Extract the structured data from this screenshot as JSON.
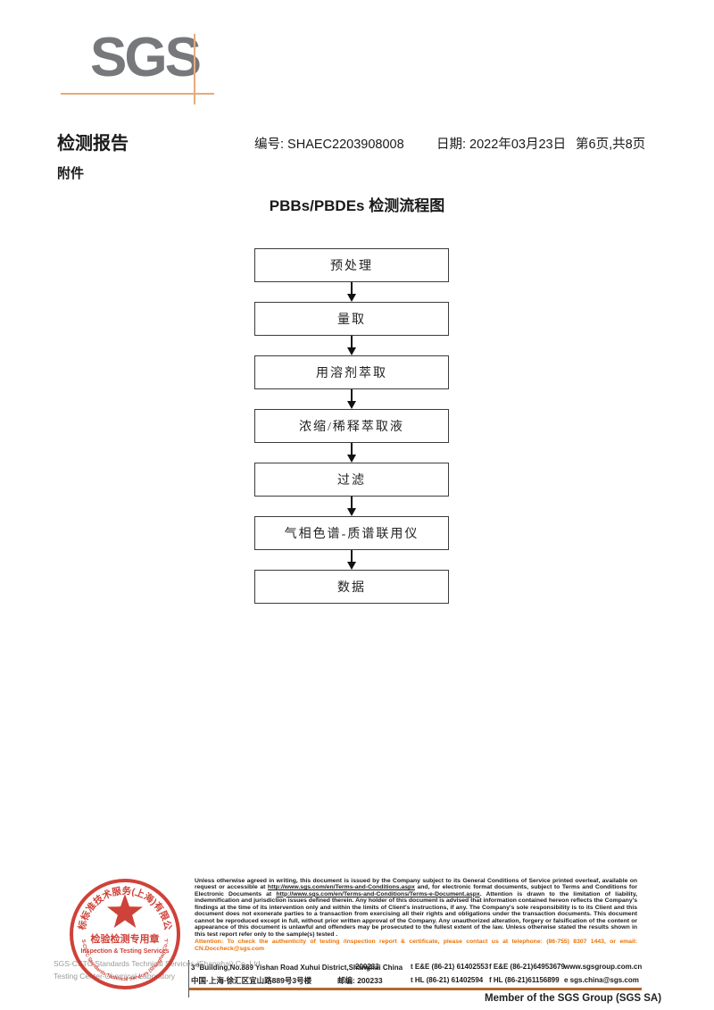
{
  "logo": {
    "text": "SGS"
  },
  "header": {
    "title": "检测报告",
    "report_no": "编号: SHAEC2203908008",
    "date": "日期: 2022年03月23日",
    "page_info": "第6页,共8页",
    "attachment": "附件"
  },
  "flowchart": {
    "title": "PBBs/PBDEs 检测流程图",
    "steps": [
      {
        "label": "预处理"
      },
      {
        "label": "量取"
      },
      {
        "label": "用溶剂萃取"
      },
      {
        "label": "浓缩/稀释萃取液"
      },
      {
        "label": "过滤"
      },
      {
        "label": "气相色谱-质谱联用仪"
      },
      {
        "label": "数据"
      }
    ]
  },
  "legal": {
    "segments": [
      {
        "text": "Unless otherwise agreed in writing, this document is issued by the Company subject to its General Conditions of Service printed overleaf, available on request or accessible at ",
        "u": false
      },
      {
        "text": "http://www.sgs.com/en/Terms-and-Conditions.aspx",
        "u": true
      },
      {
        "text": " and, for electronic format documents, subject to Terms and Conditions for Electronic Documents at ",
        "u": false
      },
      {
        "text": "http://www.sgs.com/en/Terms-and-Conditions/Terms-e-Document.aspx",
        "u": true
      },
      {
        "text": ". Attention is drawn to the limitation of liability, indemnification and jurisdiction issues defined therein. Any holder of this document is advised that information contained hereon reflects the Company's findings at the time of its intervention only and within the limits of Client's instructions, if any. The Company's sole responsibility is to its Client and this document does not exonerate parties to a transaction from exercising all their rights and obligations under the transaction documents. This document cannot be reproduced except in full, without prior written approval of the Company. Any unauthorized alteration, forgery or falsification of the content or appearance of this document is unlawful and offenders may be prosecuted to the fullest extent of the law. Unless otherwise stated the results shown in this test report refer only to the sample(s) tested .",
        "u": false
      }
    ],
    "attention": "Attention: To check the authenticity of testing /inspection report & certificate, please contact us at telephone: (86-755) 8307 1443, or email: CN.Doccheck@sgs.com"
  },
  "address": {
    "en": {
      "sup_base": "3",
      "sup": "rd",
      "rest": "Building,No.889 Yishan Road Xuhui District,Shanghai China",
      "postal": "200233",
      "tel": "t E&E (86-21) 61402553",
      "fax": "f E&E (86-21)64953679",
      "web": "www.sgsgroup.com.cn"
    },
    "cn": {
      "address": "中国·上海·徐汇区宜山路889号3号楼",
      "postal": "邮编: 200233",
      "tel": "t HL (86-21) 61402594",
      "fax": "f HL (86-21)61156899",
      "email": "e  sgs.china@sgs.com"
    }
  },
  "stamp": {
    "arc_top": "通标标准技术服务(上海)有限公司",
    "arc_bottom": "SGS-CSTC Standards Technical Services (Shanghai) Co.,Ltd.",
    "line1": "检验检测专用章",
    "line2": "Inspection & Testing Services"
  },
  "company": {
    "name": "SGS-CSTC Standards Technical Services (Shanghai) Co.,Ltd.",
    "lab": "Testing Center-Chemical Laboratory"
  },
  "footer": {
    "member": "Member of the SGS Group (SGS SA)"
  },
  "colors": {
    "accent_orange": "#ee7203",
    "stamp_red": "#c8281e",
    "logo_gray": "#77787b",
    "crosshair_tan": "#e5ac7c",
    "rule_brown": "#b5692f"
  }
}
